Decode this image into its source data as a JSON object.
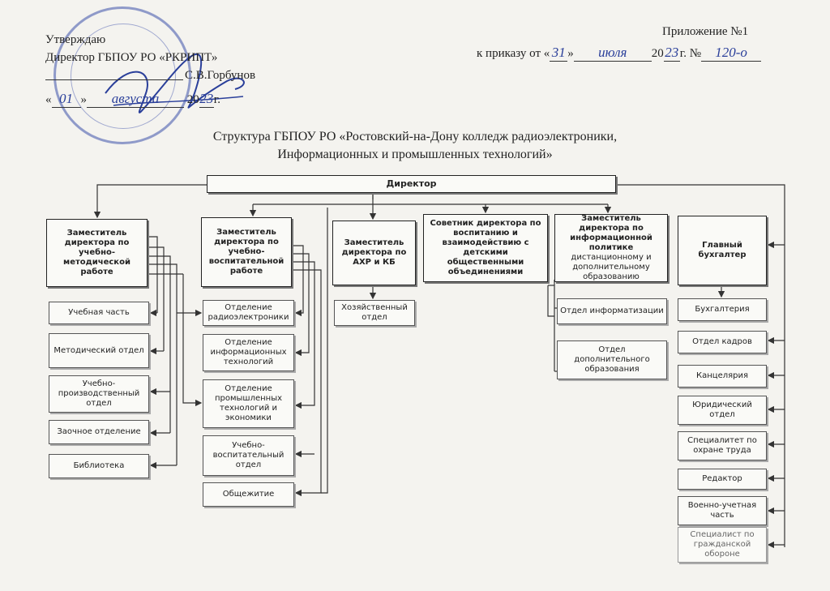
{
  "header_left": {
    "approve": "Утверждаю",
    "position": "Директор ГБПОУ РО «РКРИПТ»",
    "name": "С.В.Горбунов",
    "date_prefix": "«",
    "date_day": "01",
    "date_sep": "»",
    "date_month": "августа",
    "date_year_prefix": "20",
    "date_year_suffix": "23",
    "date_suffix": "г."
  },
  "header_right": {
    "appendix": "Приложение №1",
    "order_prefix": "к приказу от «",
    "order_day": "31",
    "order_sep": "»",
    "order_month": "июля",
    "order_year_prefix": "20",
    "order_year_suffix": "23",
    "order_number_prefix": "г. №",
    "order_number": "120-о"
  },
  "title": {
    "line1": "Структура ГБПОУ РО «Ростовский-на-Дону колледж радиоэлектроники,",
    "line2": "Информационных и промышленных технологий»"
  },
  "director": "Директор",
  "columns": [
    {
      "head": "Заместитель директора по учебно-методической работе",
      "units": [
        "Учебная часть",
        "Методический отдел",
        "Учебно-производственный отдел",
        "Заочное отделение",
        "Библиотека"
      ]
    },
    {
      "head": "Заместитель директора по учебно-воспитательной работе",
      "units": [
        "Отделение радиоэлектроники",
        "Отделение информационных технологий",
        "Отделение промышленных технологий и экономики",
        "Учебно-воспитательный отдел",
        "Общежитие"
      ]
    },
    {
      "head": "Заместитель директора по АХР и КБ",
      "units": [
        "Хозяйственный отдел"
      ]
    },
    {
      "head": "Советник директора по воспитанию и взаимодействию с детскими общественными объединениями",
      "units": []
    },
    {
      "head": "Заместитель директора по информационной политике",
      "head_rest": "дистанционному и дополнительному образованию",
      "units": [
        "Отдел информатизации",
        "Отдел дополнительного образования"
      ]
    },
    {
      "head": "Главный бухгалтер",
      "units": [
        "Бухгалтерия",
        "Отдел кадров",
        "Канцелярия",
        "Юридический отдел",
        "Специалитет по охране труда",
        "Редактор",
        "Военно-учетная часть",
        "Специалист по гражданской обороне"
      ]
    }
  ]
}
